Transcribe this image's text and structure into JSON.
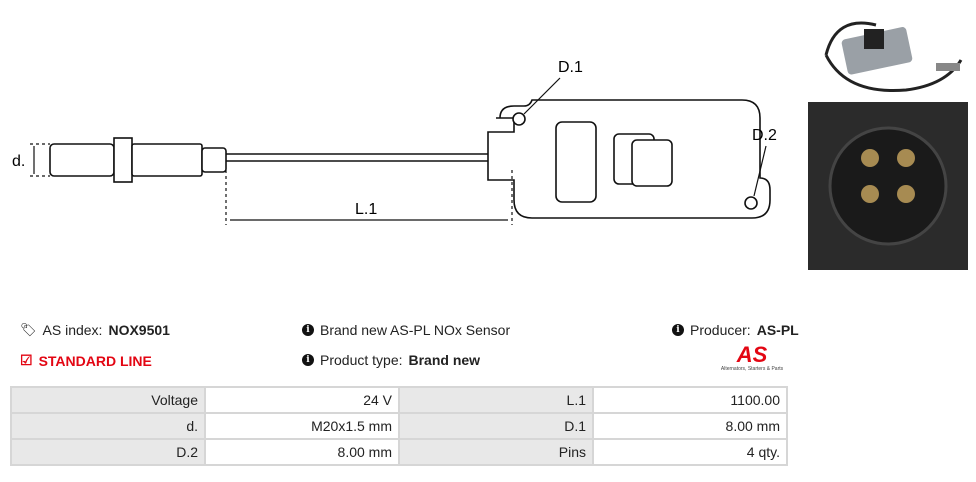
{
  "drawing": {
    "labels": {
      "d": "d.",
      "l1": "L.1",
      "d1": "D.1",
      "d2": "D.2"
    }
  },
  "info": {
    "as_index_label": "AS index:",
    "as_index_value": "NOX9501",
    "line": "STANDARD LINE",
    "description": "Brand new AS-PL NOx Sensor",
    "product_type_label": "Product type:",
    "product_type_value": "Brand new",
    "producer_label": "Producer:",
    "producer_value": "AS-PL"
  },
  "logo": {
    "text": "AS",
    "tagline": "Alternators, Starters & Parts"
  },
  "specs": [
    [
      {
        "label": "Voltage",
        "value": "24 V"
      },
      {
        "label": "L.1",
        "value": "1100.00"
      }
    ],
    [
      {
        "label": "d.",
        "value": "M20x1.5 mm"
      },
      {
        "label": "D.1",
        "value": "8.00 mm"
      }
    ],
    [
      {
        "label": "D.2",
        "value": "8.00 mm"
      },
      {
        "label": "Pins",
        "value": "4 qty."
      }
    ]
  ],
  "colors": {
    "accent": "#e30613",
    "table_label_bg": "#e8e8e8",
    "border": "#d6d6d6"
  }
}
